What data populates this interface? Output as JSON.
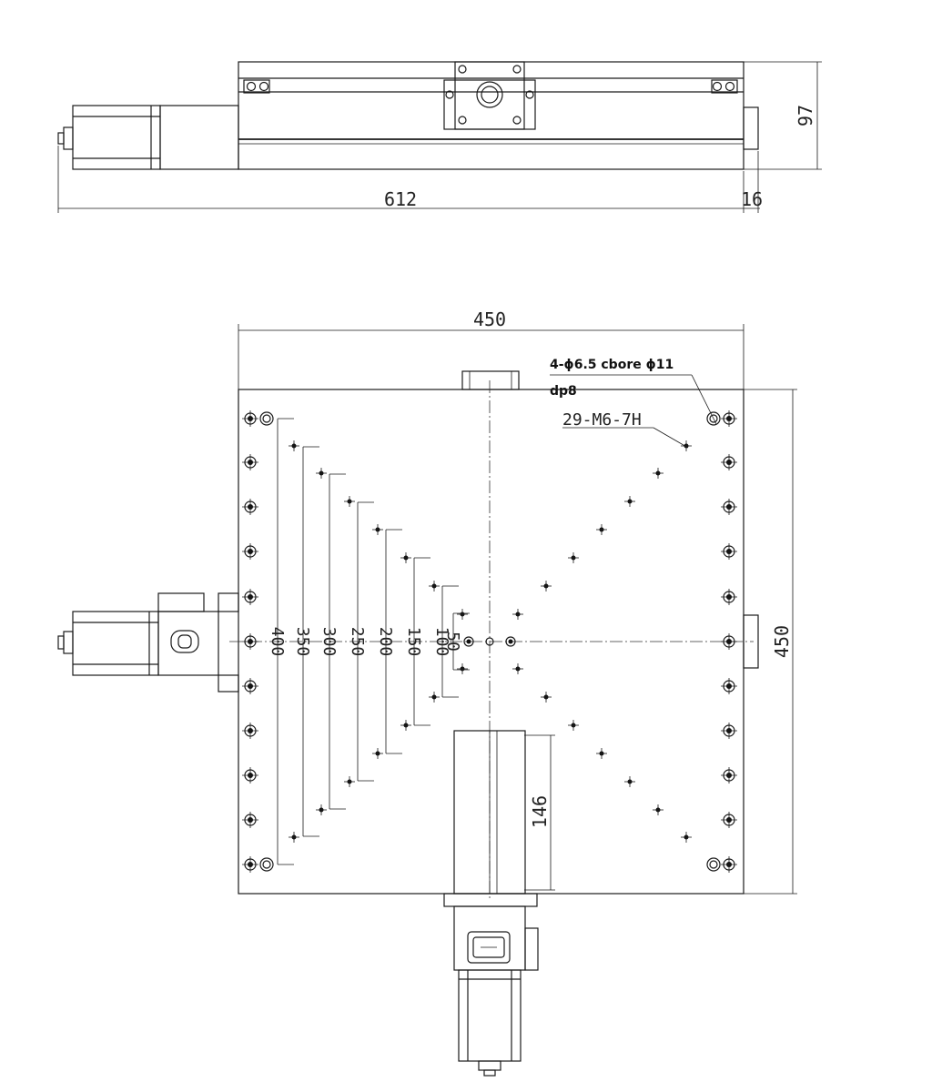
{
  "side_view": {
    "length_dim": "612",
    "offset_dim": "16",
    "height_dim": "97"
  },
  "top_view": {
    "width_dim": "450",
    "height_dim": "450",
    "motor_block_dim": "146",
    "counterbore_note_line1": "4-ϕ6.5 cbore ϕ11",
    "counterbore_note_line2": "dp8",
    "thread_note": "29-M6-7H",
    "spacing_labels": [
      "400",
      "350",
      "300",
      "250",
      "200",
      "150",
      "100",
      "50"
    ]
  }
}
